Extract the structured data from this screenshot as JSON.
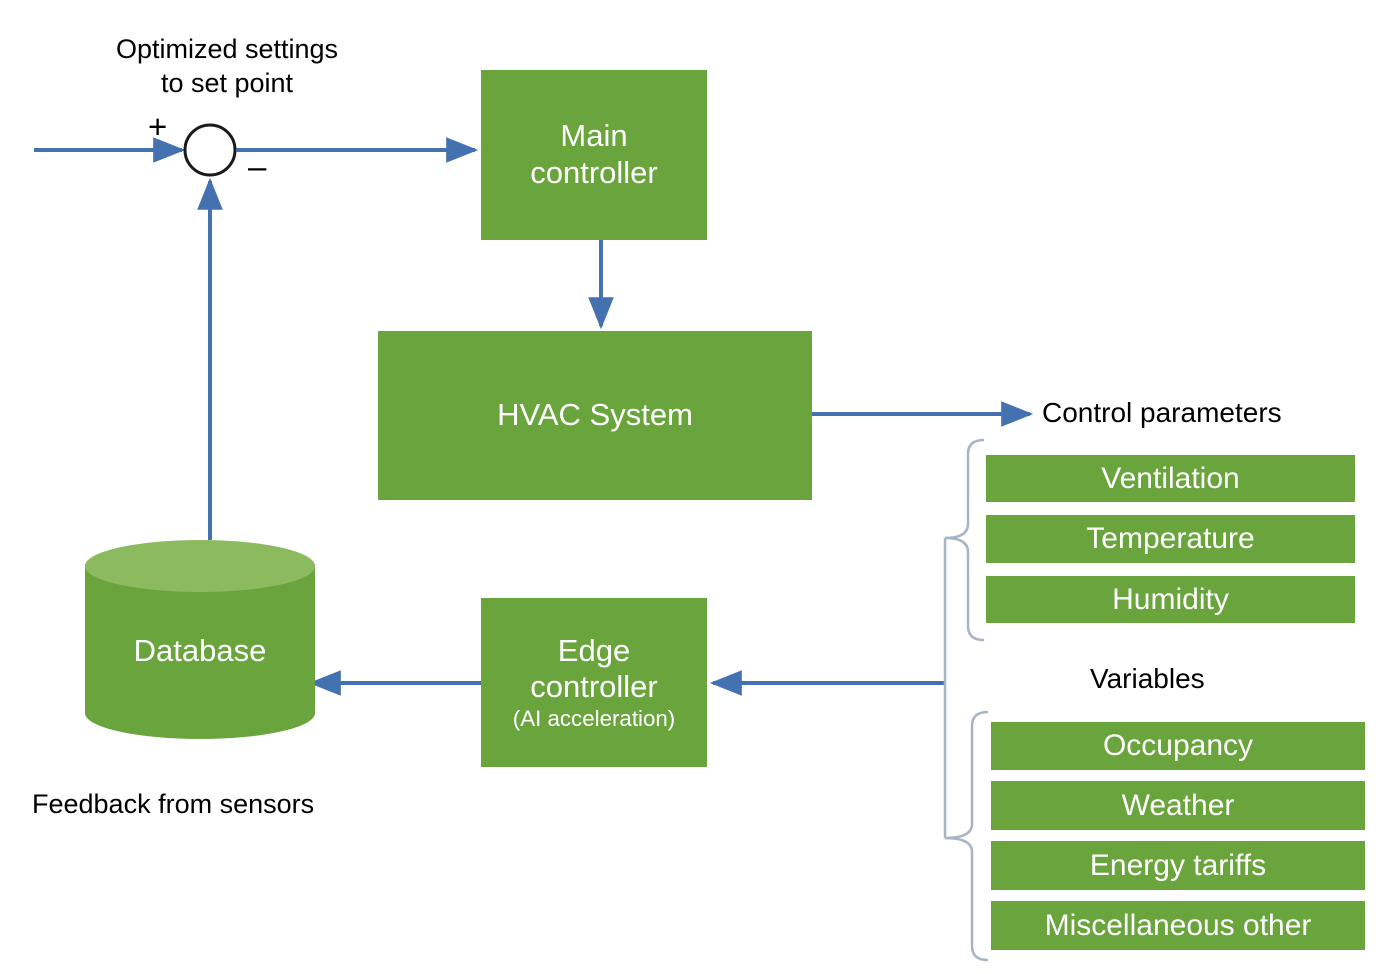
{
  "diagram": {
    "title": "HVAC closed-loop control block diagram",
    "colors": {
      "node_green": "#6AA43C",
      "cylinder_top_green": "#8CBB5F",
      "arrow_blue": "#4472B0",
      "brace_gray": "#A6B4C4",
      "text_white": "#FFFFFF",
      "text_black": "#000000",
      "background": "#FFFFFF"
    }
  },
  "labels": {
    "optimized_settings": "Optimized settings\nto set point",
    "plus_sign": "+",
    "minus_sign": "–",
    "control_parameters": "Control parameters",
    "variables": "Variables",
    "feedback_from_sensors": "Feedback from sensors"
  },
  "nodes": {
    "main_controller": {
      "title": "Main",
      "subtitle": "controller"
    },
    "hvac_system": {
      "title": "HVAC System"
    },
    "edge_controller": {
      "title": "Edge",
      "subtitle": "controller",
      "note": "(AI acceleration)"
    },
    "database": {
      "title": "Database"
    }
  },
  "control_parameters": {
    "heading": "Control parameters",
    "items": [
      {
        "label": "Ventilation"
      },
      {
        "label": "Temperature"
      },
      {
        "label": "Humidity"
      }
    ]
  },
  "variables": {
    "heading": "Variables",
    "items": [
      {
        "label": "Occupancy"
      },
      {
        "label": "Weather"
      },
      {
        "label": "Energy tariffs"
      },
      {
        "label": "Miscellaneous other"
      }
    ]
  }
}
